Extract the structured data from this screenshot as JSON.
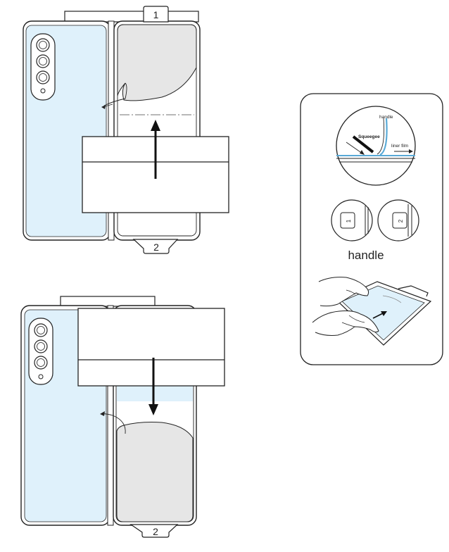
{
  "diagram": {
    "step1": {
      "tab_top_label": "1",
      "tab_bottom_label": "2"
    },
    "step2": {
      "tab_bottom_label": "2"
    },
    "detail_panel": {
      "squeegee_label": "Squeegee",
      "handle_small_label": "handle",
      "liner_film_label": "liner film",
      "handle_left_mark": "1",
      "handle_right_mark": "2",
      "handle_caption": "handle"
    }
  },
  "colors": {
    "film_blue": "#dff1fb",
    "liner_gray": "#e6e6e6",
    "stroke": "#222222",
    "accent_blue": "#58a9d6"
  }
}
